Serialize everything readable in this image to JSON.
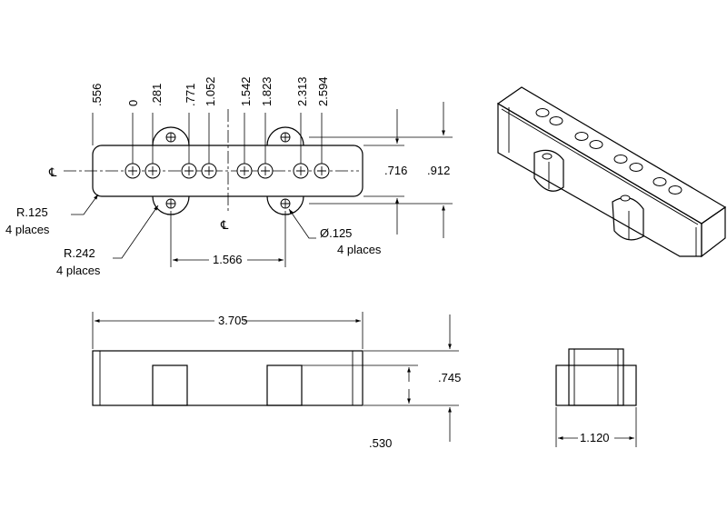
{
  "drawing": {
    "hole_position_labels": [
      ".556",
      "0",
      ".281",
      ".771",
      "1.052",
      "1.542",
      "1.823",
      "2.313",
      "2.594"
    ],
    "centerline_symbol": "℄",
    "dims": {
      "height_716": ".716",
      "height_912": ".912",
      "span_1566": "1.566",
      "length_3705": "3.705",
      "height_745": ".745",
      "height_530": ".530",
      "width_1120": "1.120"
    },
    "notes": {
      "radius_small": "R.125",
      "radius_small_places": "4 places",
      "radius_large": "R.242",
      "radius_large_places": "4 places",
      "hole_dia": "Ø.125",
      "hole_places": "4 places"
    }
  }
}
